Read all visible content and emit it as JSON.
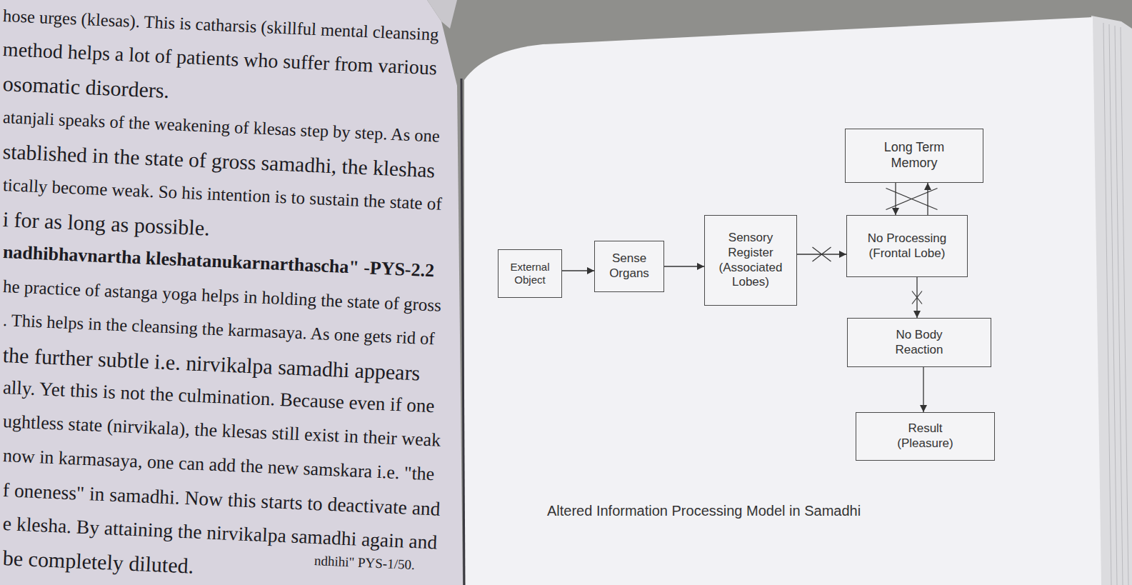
{
  "diagram": {
    "caption": "Altered Information Processing Model in Samadhi",
    "nodes": [
      {
        "text": [
          "External Object"
        ]
      },
      {
        "text": [
          "Sense Organs"
        ]
      },
      {
        "text": [
          "Sensory Register (Associated Lobes)"
        ]
      },
      {
        "text": [
          "Long Term Memory"
        ]
      },
      {
        "text": [
          "No Processing (Frontal Lobe)"
        ]
      },
      {
        "text": [
          "No Body Reaction"
        ]
      },
      {
        "text": [
          "Result (Pleasure)"
        ]
      }
    ],
    "edges": [
      {
        "from": 0,
        "to": 1,
        "arrow": "to"
      },
      {
        "from": 1,
        "to": 2,
        "arrow": "to"
      },
      {
        "from": 2,
        "to": 4,
        "arrow": "to"
      },
      {
        "from": 3,
        "to": 4,
        "arrow": "to"
      },
      {
        "from": 4,
        "to": 3,
        "arrow": "to"
      },
      {
        "from": 4,
        "to": 5,
        "arrow": "to"
      },
      {
        "from": 5,
        "to": 6,
        "arrow": "to"
      }
    ],
    "labels": [
      "hose urges (klesas). This is catharsis (skillful mental cleansing",
      "method helps a lot of patients who suffer from various",
      "osomatic disorders.",
      "atanjali speaks of the weakening of klesas step by step. As one",
      "stablished in the state of gross samadhi, the kleshas",
      "tically become weak. So his intention is to sustain the state of",
      "i for as long as possible.",
      "nadhibhavnartha kleshatanukarnarthascha\" -PYS-2.2",
      "he practice of astanga yoga helps in holding the state of gross",
      ". This helps in the cleansing the karmasaya. As one gets rid of",
      "the further subtle i.e. nirvikalpa samadhi appears",
      "ally. Yet this is not the culmination. Because even if one",
      "ughtless state (nirvikala), the klesas still exist in their weak",
      "now in karmasaya, one can add the new samskara i.e. \"the",
      "f oneness\" in samadhi. Now this starts to deactivate and",
      "e klesha. By attaining the nirvikalpa samadhi again and",
      "be completely diluted.",
      "ndhihi\" PYS-1/50."
    ]
  }
}
